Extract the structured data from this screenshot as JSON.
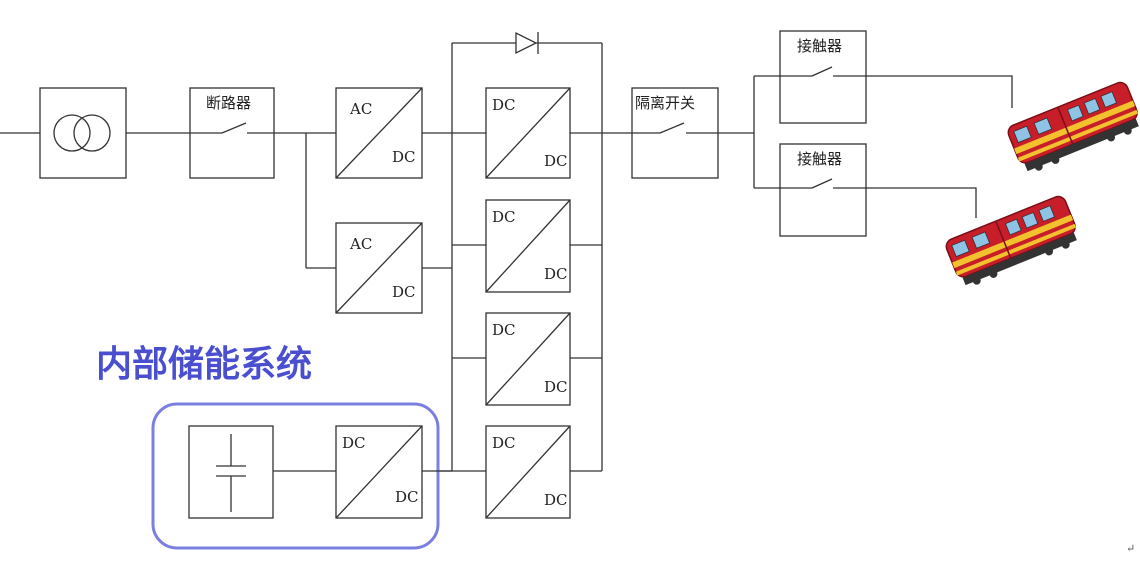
{
  "labels": {
    "breaker": "断路器",
    "isolator": "隔离开关",
    "contactor_top": "接触器",
    "contactor_bottom": "接触器",
    "storage_title": "内部储能系统",
    "ac": "AC",
    "dc": "DC",
    "return_mark": "↵"
  },
  "colors": {
    "storage_border": "#7b7fe0",
    "storage_title": "#4a4fd0",
    "train_body": "#c81e2a",
    "train_stripe": "#f2c12e",
    "train_window": "#8fc3e6",
    "train_wheels": "#333333"
  },
  "icons": {
    "transformer": "double-circle-transformer-icon",
    "diode": "diode-icon",
    "capacitor": "capacitor-icon",
    "train": "electric-train-icon"
  }
}
